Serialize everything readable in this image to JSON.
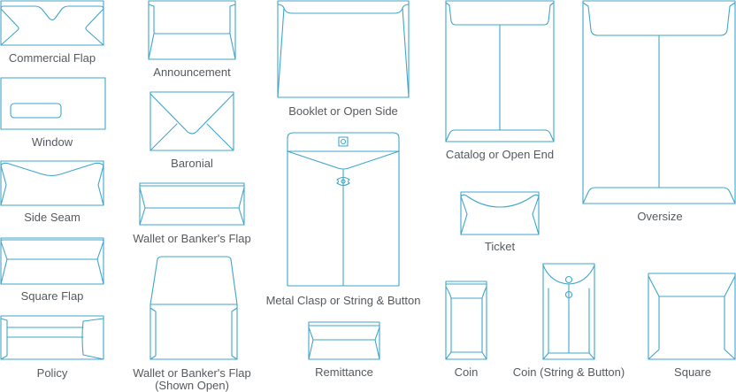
{
  "envelopes": [
    {
      "id": "commercial-flap",
      "label": "Commercial Flap"
    },
    {
      "id": "window",
      "label": "Window"
    },
    {
      "id": "side-seam",
      "label": "Side Seam"
    },
    {
      "id": "square-flap",
      "label": "Square Flap"
    },
    {
      "id": "policy",
      "label": "Policy"
    },
    {
      "id": "announcement",
      "label": "Announcement"
    },
    {
      "id": "baronial",
      "label": "Baronial"
    },
    {
      "id": "wallet-bankers-flap",
      "label": "Wallet or Banker's Flap"
    },
    {
      "id": "wallet-bankers-flap-open",
      "label": "Wallet or Banker's Flap",
      "label2": "(Shown Open)"
    },
    {
      "id": "booklet-open-side",
      "label": "Booklet or Open Side"
    },
    {
      "id": "metal-clasp-string-button",
      "label": "Metal Clasp or String & Button"
    },
    {
      "id": "remittance",
      "label": "Remittance"
    },
    {
      "id": "catalog-open-end",
      "label": "Catalog or Open End"
    },
    {
      "id": "ticket",
      "label": "Ticket"
    },
    {
      "id": "coin",
      "label": "Coin"
    },
    {
      "id": "coin-string-button",
      "label": "Coin (String & Button)"
    },
    {
      "id": "oversize",
      "label": "Oversize"
    },
    {
      "id": "square",
      "label": "Square"
    }
  ],
  "colors": {
    "line": "#3fa6c9",
    "label": "#555a5f"
  }
}
